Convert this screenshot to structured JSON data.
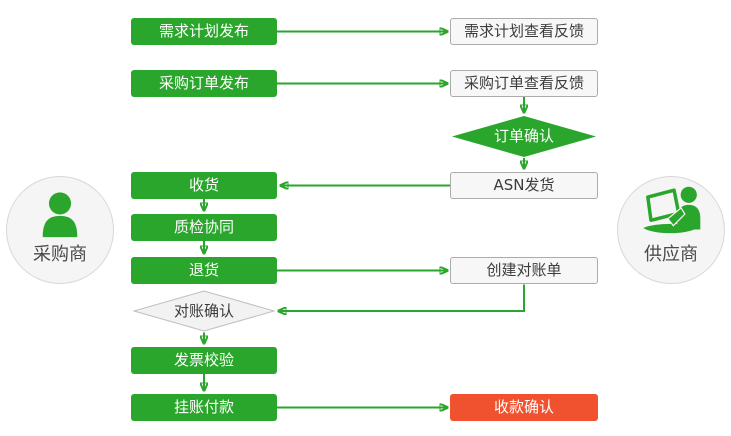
{
  "diagram_title": "procurement-supplier-collaboration-flow",
  "colors": {
    "green": "#2BA62C",
    "red": "#F0512F",
    "plain_box_bg": "#F7F7F7",
    "plain_box_border": "#ABABAB",
    "diamond_plain_bg": "#F2F2F2",
    "diamond_plain_border": "#BFBFBF",
    "circle_bg": "#F5F5F5",
    "circle_border": "#D8D8D8",
    "text_dark": "#3C3C3C",
    "text_light": "#FFFFFF"
  },
  "actors": {
    "buyer": {
      "label": "采购商",
      "icon": "buyer-person-icon"
    },
    "supplier": {
      "label": "供应商",
      "icon": "supplier-laptop-person-icon"
    }
  },
  "nodes": {
    "demand_publish": {
      "label": "需求计划发布",
      "type": "process-green"
    },
    "demand_feedback": {
      "label": "需求计划查看反馈",
      "type": "process-plain"
    },
    "po_publish": {
      "label": "采购订单发布",
      "type": "process-green"
    },
    "po_feedback": {
      "label": "采购订单查看反馈",
      "type": "process-plain"
    },
    "order_confirm": {
      "label": "订单确认",
      "type": "decision-green"
    },
    "asn_ship": {
      "label": "ASN发货",
      "type": "process-plain"
    },
    "receive": {
      "label": "收货",
      "type": "process-green"
    },
    "quality_check": {
      "label": "质检协同",
      "type": "process-green"
    },
    "return_goods": {
      "label": "退货",
      "type": "process-green"
    },
    "create_statement": {
      "label": "创建对账单",
      "type": "process-plain"
    },
    "statement_confirm": {
      "label": "对账确认",
      "type": "decision-plain"
    },
    "invoice_verify": {
      "label": "发票校验",
      "type": "process-green"
    },
    "pending_payment": {
      "label": "挂账付款",
      "type": "process-green"
    },
    "payment_confirm": {
      "label": "收款确认",
      "type": "process-red"
    }
  },
  "edges": [
    {
      "from": "demand_publish",
      "to": "demand_feedback"
    },
    {
      "from": "po_publish",
      "to": "po_feedback"
    },
    {
      "from": "po_feedback",
      "to": "order_confirm"
    },
    {
      "from": "order_confirm",
      "to": "asn_ship"
    },
    {
      "from": "asn_ship",
      "to": "receive"
    },
    {
      "from": "receive",
      "to": "quality_check"
    },
    {
      "from": "quality_check",
      "to": "return_goods"
    },
    {
      "from": "return_goods",
      "to": "create_statement"
    },
    {
      "from": "create_statement",
      "to": "statement_confirm"
    },
    {
      "from": "statement_confirm",
      "to": "invoice_verify"
    },
    {
      "from": "invoice_verify",
      "to": "pending_payment"
    },
    {
      "from": "pending_payment",
      "to": "payment_confirm"
    }
  ]
}
